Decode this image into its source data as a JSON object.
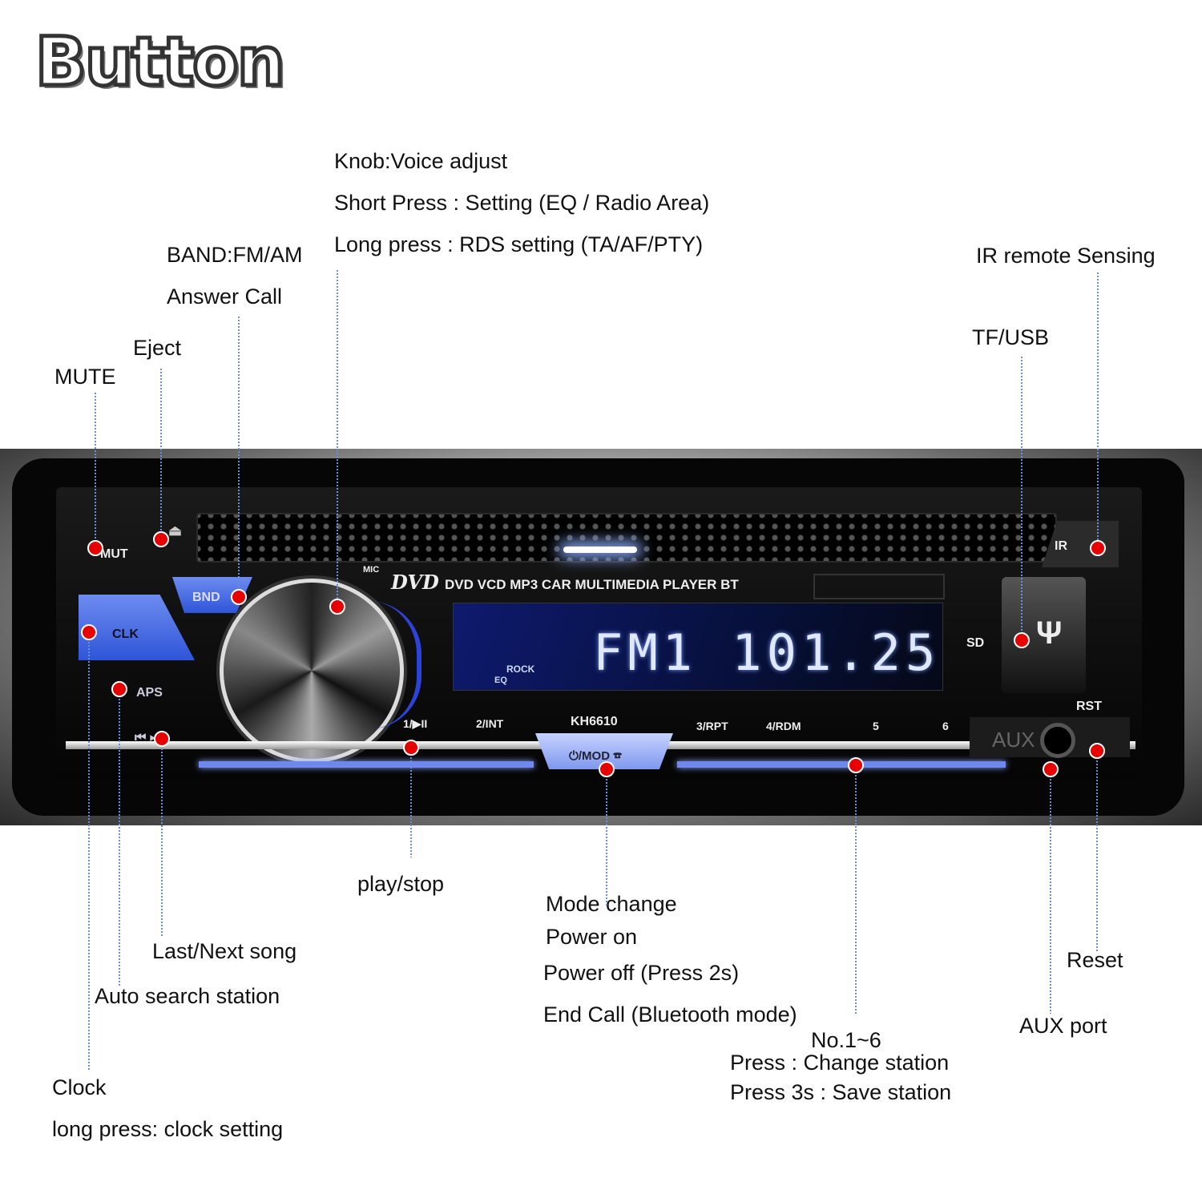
{
  "title": "Button",
  "callouts": {
    "knob": [
      "Knob:Voice adjust",
      "Short Press : Setting (EQ / Radio Area)",
      "Long press : RDS setting (TA/AF/PTY)"
    ],
    "band": [
      "BAND:FM/AM",
      "Answer Call"
    ],
    "eject": "Eject",
    "mute": "MUTE",
    "ir": "IR remote Sensing",
    "tfusb": "TF/USB",
    "play": "play/stop",
    "mode": [
      "Mode change",
      "Power on",
      "Power off (Press 2s)",
      "End Call (Bluetooth mode)"
    ],
    "presets": [
      "No.1~6",
      "Press : Change station",
      "Press 3s : Save station"
    ],
    "reset": "Reset",
    "aux": "AUX port",
    "lastnext": "Last/Next song",
    "aps": "Auto search station",
    "clock": [
      "Clock",
      "long press: clock setting"
    ]
  },
  "device": {
    "mut": "MUT",
    "eject_glyph": "⏏",
    "bnd": "BND",
    "clk": "CLK",
    "aps": "APS",
    "prevnext": "⏮ ⏭",
    "mic": "MIC",
    "dvd_logo": "DVD",
    "tagline": "DVD VCD MP3 CAR MULTIMEDIA PLAYER BT",
    "display": "FM1 101.25",
    "rock": "ROCK",
    "eq": "EQ",
    "model": "KH6610",
    "presets": [
      "1/▶II",
      "2/INT",
      "3/RPT",
      "4/RDM",
      "5",
      "6"
    ],
    "mod": "⏻/MOD ☎",
    "sd": "SD",
    "usb_glyph": "Ψ",
    "ir": "IR",
    "rst": "RST",
    "aux": "AUX"
  },
  "colors": {
    "marker": "#e60000",
    "leader": "#6b8fd6",
    "accent_blue": "#3a5de0"
  }
}
